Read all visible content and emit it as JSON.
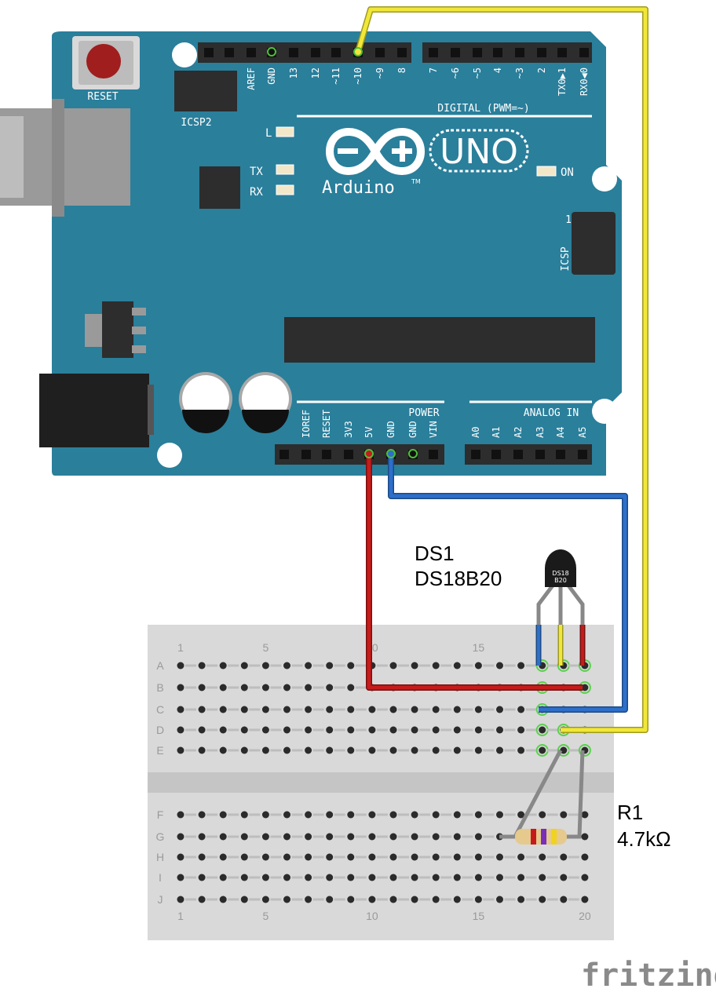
{
  "board": {
    "reset_label": "RESET",
    "icsp2_label": "ICSP2",
    "icsp_label": "ICSP",
    "icsp_pin1": "1",
    "digital_pins": [
      "AREF",
      "GND",
      "13",
      "12",
      "~11",
      "~10",
      "~9",
      "8",
      "7",
      "~6",
      "~5",
      "4",
      "~3",
      "2",
      "TX0▶1",
      "RX0◀0"
    ],
    "digital_label": "DIGITAL (PWM=~)",
    "led_l": "L",
    "led_tx": "TX",
    "led_rx": "RX",
    "led_on": "ON",
    "brand": "Arduino",
    "tm": "TM",
    "model": "UNO",
    "power_label": "POWER",
    "power_pins": [
      "IOREF",
      "RESET",
      "3V3",
      "5V",
      "GND",
      "GND",
      "VIN"
    ],
    "analog_label": "ANALOG IN",
    "analog_pins": [
      "A0",
      "A1",
      "A2",
      "A3",
      "A4",
      "A5"
    ],
    "colors": {
      "board": "#2a7f9b",
      "header": "#2d2d2d",
      "text": "#ffffff"
    }
  },
  "sensor": {
    "designator": "DS1",
    "part": "DS18B20",
    "body_text_1": "DS18",
    "body_text_2": "B20"
  },
  "resistor": {
    "designator": "R1",
    "value": "4.7kΩ"
  },
  "breadboard": {
    "rows_top": [
      "A",
      "B",
      "C",
      "D",
      "E"
    ],
    "rows_bottom": [
      "F",
      "G",
      "H",
      "I",
      "J"
    ],
    "col_labels_top": [
      "1",
      "5",
      "10",
      "15"
    ],
    "col_labels_bottom": [
      "1",
      "5",
      "10",
      "15",
      "20"
    ]
  },
  "wires": {
    "signal_color": "#f1e73a",
    "power_color": "#c61b1b",
    "ground_color": "#2d6fc9"
  },
  "watermark": "fritzing"
}
